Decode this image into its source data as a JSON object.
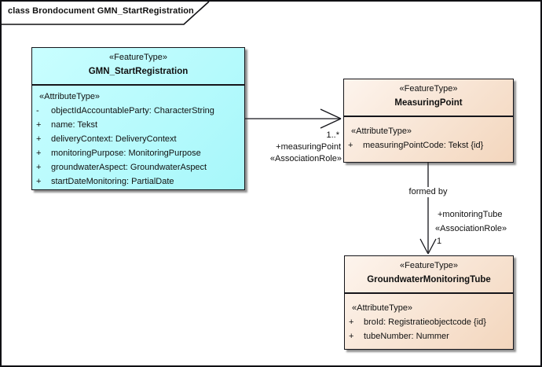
{
  "frame": {
    "title": "class Brondocument GMN_StartRegistration"
  },
  "colors": {
    "background": "#ffffff",
    "border": "#15151a",
    "class_fill_cyan": "#aefafd",
    "class_fill_peach": "#f6e0cb",
    "shadow": "#6e6e6e"
  },
  "classes": [
    {
      "stereotype": "«FeatureType»",
      "name": "GMN_StartRegistration",
      "section_label": "«AttributeType»",
      "attributes": [
        {
          "vis": "-",
          "text": "objectIdAccountableParty: CharacterString"
        },
        {
          "vis": "+",
          "text": "name: Tekst"
        },
        {
          "vis": "+",
          "text": "deliveryContext: DeliveryContext"
        },
        {
          "vis": "+",
          "text": "monitoringPurpose: MonitoringPurpose"
        },
        {
          "vis": "+",
          "text": "groundwaterAspect: GroundwaterAspect"
        },
        {
          "vis": "+",
          "text": "startDateMonitoring: PartialDate"
        }
      ]
    },
    {
      "stereotype": "«FeatureType»",
      "name": "MeasuringPoint",
      "section_label": "«AttributeType»",
      "attributes": [
        {
          "vis": "+",
          "text": "measuringPointCode: Tekst {id}"
        }
      ]
    },
    {
      "stereotype": "«FeatureType»",
      "name": "GroundwaterMonitoringTube",
      "section_label": "«AttributeType»",
      "attributes": [
        {
          "vis": "+",
          "text": "broId: Registratieobjectcode {id}"
        },
        {
          "vis": "+",
          "text": "tubeNumber: Nummer"
        }
      ]
    }
  ],
  "associations": [
    {
      "source": "GMN_StartRegistration",
      "target": "MeasuringPoint",
      "multiplicity": "1..*",
      "role": "+measuringPoint",
      "stereotype": "«AssociationRole»"
    },
    {
      "source": "MeasuringPoint",
      "target": "GroundwaterMonitoringTube",
      "name": "formed by",
      "role": "+monitoringTube",
      "stereotype": "«AssociationRole»",
      "multiplicity": "1"
    }
  ]
}
